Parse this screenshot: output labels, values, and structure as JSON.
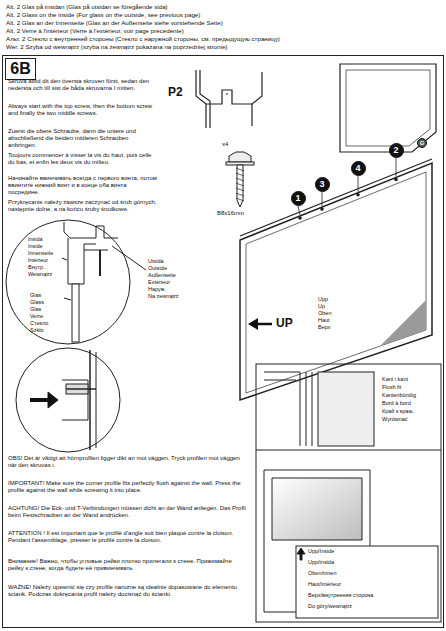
{
  "diagram": {
    "nodes": [
      {
        "text": [
          "6B"
        ]
      },
      {
        "text": [
          "1"
        ]
      },
      {
        "text": [
          "3"
        ]
      },
      {
        "text": [
          "4"
        ]
      },
      {
        "text": [
          "2"
        ]
      },
      {
        "text": [
          "G"
        ]
      }
    ],
    "labels": [
      "Alt. 2 Glas på insidan (Glas på utsidan se föregående sida)",
      "Alt. 2 Glass on the inside (For glass on the outside, see previous page)",
      "Alt. 2 Glas an der Innenseite (Glas an der Außenseite siehe vorstehende Seite)",
      "Alt. 2 Verre à l'intérieur (Verre à l'extérieur, voir page précédente)",
      "Альт. 2 Стекло с внутренней стороны (Стекло с наружной стороны, см. предыдущую страницу)",
      "Wer. 2 Szyba od wewnątrz (szyba na zewnątrz pokazana na poprzedniej stronie)",
      "Skruva alltid dit den översta skruven först, sedan den nedersta och till sist de båda skruvarna I mitten.",
      "Always start with the top screw, then the bottom screw and finally the two middle screws.",
      "Zuerst die obere Schraube, dann die untere und abschließend die beiden mittleren Schrauben anbringen.",
      "Toujours commencer à visser la vis du haut, puis celle du bas, et enfin les deux vis du milieu.",
      "Начинайте ввинчивать всегда с первого винта, потом ввинтите нижний винт и в конце оба винта посредине.",
      "Przykręcanie należy zawsze zaczynać od śrub górnych, następnie dolne, a na końcu śruby środkowe.",
      "P2",
      "x4",
      "B8x16mm",
      "Insida",
      "Inside",
      "Innenseite",
      "Intérieur",
      "Внутр.",
      "Wewnątrz",
      "Utsida",
      "Outside",
      "Außenseite",
      "Extérieur",
      "Наруж.",
      "Na zewnątrz",
      "Glas",
      "Glass",
      "Glas",
      "Verre",
      "Стекло",
      "Szkło",
      "Upp",
      "Up",
      "Oben",
      "Haut",
      "Верх",
      "UP",
      "Kant i kant",
      "Flush fit",
      "Kantenbündig",
      "Bord à bord",
      "Край к краю.",
      "Wyrównać",
      "Upp/Inside",
      "Upp/insida",
      "Oben/innen",
      "Haut/intérieur",
      "Верх/внутренняя сторона",
      "Do góry/wewnątrz",
      "OBS! Det är viktigt att hörnprofilen ligger dikt an mot väggen. Tryck profilen mot väggen när den skruvas i.",
      "IMPORTANT! Make sure the corner profile fits perfectly flush against the wall. Press the profile against the wall while screwing it into place.",
      "ACHTUNG! Die Eck- und T-Verbindungen müssen dicht an der Wand anliegen. Das Profil beim Festschrauben an der Wand andrücken.",
      "ATTENTION ! Il est important que le profilé d'angle soit bien plaqué contre la cloison. Pendant l'assemblage, presser le profilé contre la cloison.",
      "Внимание! Важно, чтобы угловые рейки плотно прилегали к стене. Прижимайте рейку к стене, когда будете её привинчивать.",
      "WAŻNE! Należy upewnić się czy profile narożne są idealnie dopasowane do elementu ściank. Podczas dokręcania profil należy docisnąć do ścianki."
    ]
  }
}
